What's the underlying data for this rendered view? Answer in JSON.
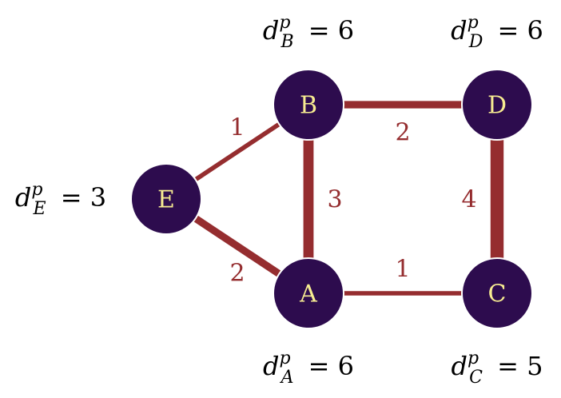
{
  "colors": {
    "node_fill": "#2d0c4e",
    "node_text": "#f7ec91",
    "edge": "#952d2f",
    "weight_text": "#952d2f"
  },
  "nodes": [
    {
      "id": "A",
      "label": "A",
      "degree_symbol": "d",
      "degree_sup": "p",
      "degree_value": "= 6"
    },
    {
      "id": "B",
      "label": "B",
      "degree_symbol": "d",
      "degree_sup": "p",
      "degree_value": "= 6"
    },
    {
      "id": "C",
      "label": "C",
      "degree_symbol": "d",
      "degree_sup": "p",
      "degree_value": "= 5"
    },
    {
      "id": "D",
      "label": "D",
      "degree_symbol": "d",
      "degree_sup": "p",
      "degree_value": "= 6"
    },
    {
      "id": "E",
      "label": "E",
      "degree_symbol": "d",
      "degree_sup": "p",
      "degree_value": "= 3"
    }
  ],
  "edges": [
    {
      "from": "E",
      "to": "B",
      "weight": "1"
    },
    {
      "from": "E",
      "to": "A",
      "weight": "2"
    },
    {
      "from": "B",
      "to": "A",
      "weight": "3"
    },
    {
      "from": "B",
      "to": "D",
      "weight": "2"
    },
    {
      "from": "D",
      "to": "C",
      "weight": "4"
    },
    {
      "from": "A",
      "to": "C",
      "weight": "1"
    }
  ]
}
